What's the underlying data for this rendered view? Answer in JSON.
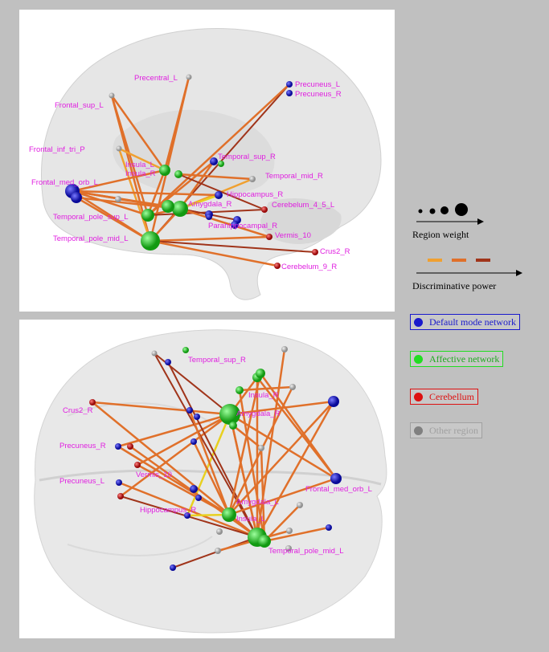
{
  "colors": {
    "default_mode": "#1a1acc",
    "affective": "#22dd22",
    "cerebellum": "#dd1111",
    "other": "#a8a8a8",
    "label": "#e020e0",
    "edge_weak": "#f0a030",
    "edge_mid": "#e0702a",
    "edge_strong": "#a0341a"
  },
  "top_panel": {
    "labels": [
      "Precentral_L",
      "Precuneus_L",
      "Precuneus_R",
      "Frontal_sup_L",
      "Frontal_inf_tri_P",
      "Insula_L",
      "Insula_R",
      "Temporal_sup_R",
      "Temporal_mid_R",
      "Frontal_med_orb_L",
      "Hippocampus_R",
      "Amygdala_R",
      "Cerebelum_4_5_L",
      "Temporal_pole_sup_L",
      "Parahippocampal_R",
      "Vermis_10",
      "Temporal_pole_mid_L",
      "Crus2_R",
      "Cerebelum_9_R"
    ]
  },
  "bottom_panel": {
    "labels": [
      "Temporal_sup_R",
      "Crus2_R",
      "Insula_R",
      "Amygdala_R",
      "Precuneus_R",
      "Vermis_10",
      "Precuneus_L",
      "Frontal_med_orb_L",
      "Amygdala_L",
      "Hippocampus_R",
      "Insula_L",
      "Temporal_pole_mid_L"
    ]
  },
  "legend": {
    "region_weight": "Region weight",
    "discriminative_power": "Discriminative power",
    "networks": [
      {
        "label": "Default mode network",
        "color": "#1a1acc",
        "text_color": "#1a1acc"
      },
      {
        "label": "Affective network",
        "color": "#22dd22",
        "text_color": "#22aa22"
      },
      {
        "label": "Cerebellum",
        "color": "#dd1111",
        "text_color": "#dd1111"
      },
      {
        "label": "Other region",
        "color": "#808080",
        "text_color": "#a0a0a0"
      }
    ]
  }
}
